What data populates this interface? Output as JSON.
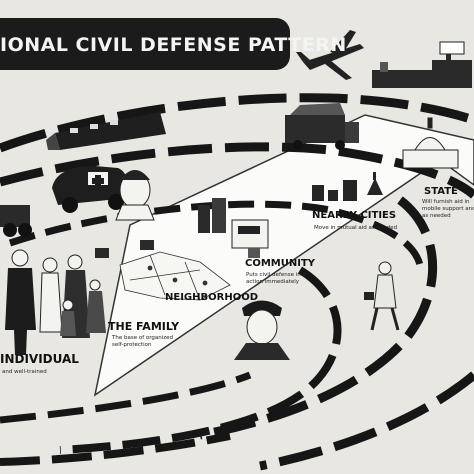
{
  "title": "IONAL CIVIL DEFENSE PATTERN",
  "levels": [
    {
      "name": "INDIVIDUAL",
      "desc": "and well-trained"
    },
    {
      "name": "THE FAMILY",
      "desc": "The base of organized\nself-protection"
    },
    {
      "name": "NEIGHBORHOOD",
      "desc": ""
    },
    {
      "name": "COMMUNITY",
      "desc": "Puts civil defense into\naction immediately"
    },
    {
      "name": "NEARBY CITIES",
      "desc": "Move in mutual aid as needed"
    },
    {
      "name": "STATE",
      "desc": "Will furnish aid in\nmobile support and\nas needed"
    }
  ],
  "colors": {
    "banner": "#1b1b1b",
    "paper": "#e9e7e2",
    "arrow": "#fbfbf9",
    "ink": "#111111"
  }
}
